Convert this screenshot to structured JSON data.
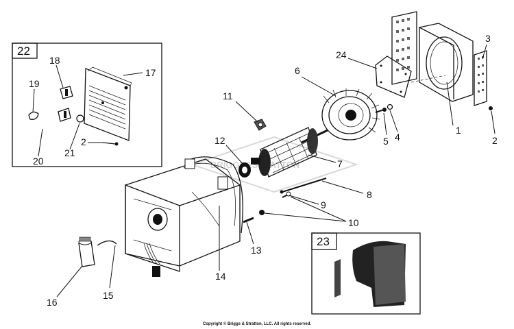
{
  "callouts": [
    "1",
    "2",
    "3",
    "4",
    "5",
    "6",
    "7",
    "8",
    "9",
    "10",
    "11",
    "12",
    "13",
    "14",
    "15",
    "16",
    "17",
    "18",
    "19",
    "20",
    "21",
    "24"
  ],
  "insets": {
    "kit_22": "22",
    "kit_23": "23"
  },
  "watermark": "BRIGGS&STRATTON",
  "copyright": "Copyright © Briggs & Stratton, LLC. All rights reserved."
}
